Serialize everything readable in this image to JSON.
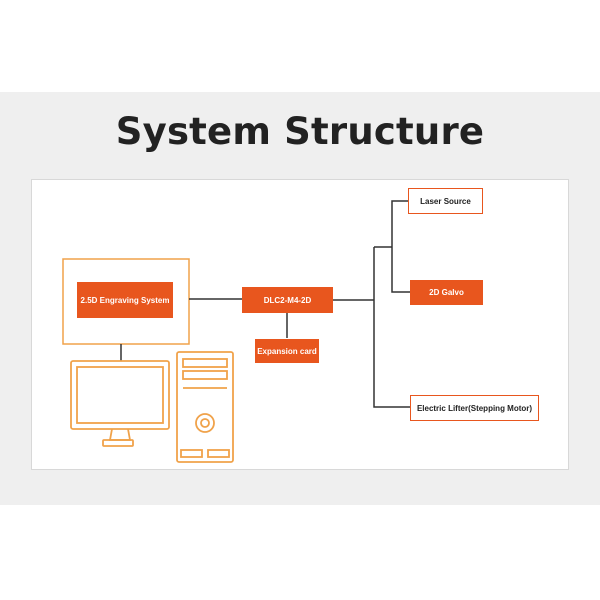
{
  "title": "System Structure",
  "colors": {
    "accent": "#e8561e",
    "outline": "#f0a24a",
    "line": "#333333",
    "background_band": "#efefef",
    "title": "#222222"
  },
  "nodes": {
    "engraving_system": "2.5D Engraving System",
    "controller": "DLC2-M4-2D",
    "expansion_card": "Expansion card",
    "laser_source": "Laser Source",
    "galvo": "2D Galvo",
    "lifter": "Electric Lifter(Stepping Motor)"
  },
  "icons": [
    "monitor-icon",
    "computer-tower-icon"
  ]
}
